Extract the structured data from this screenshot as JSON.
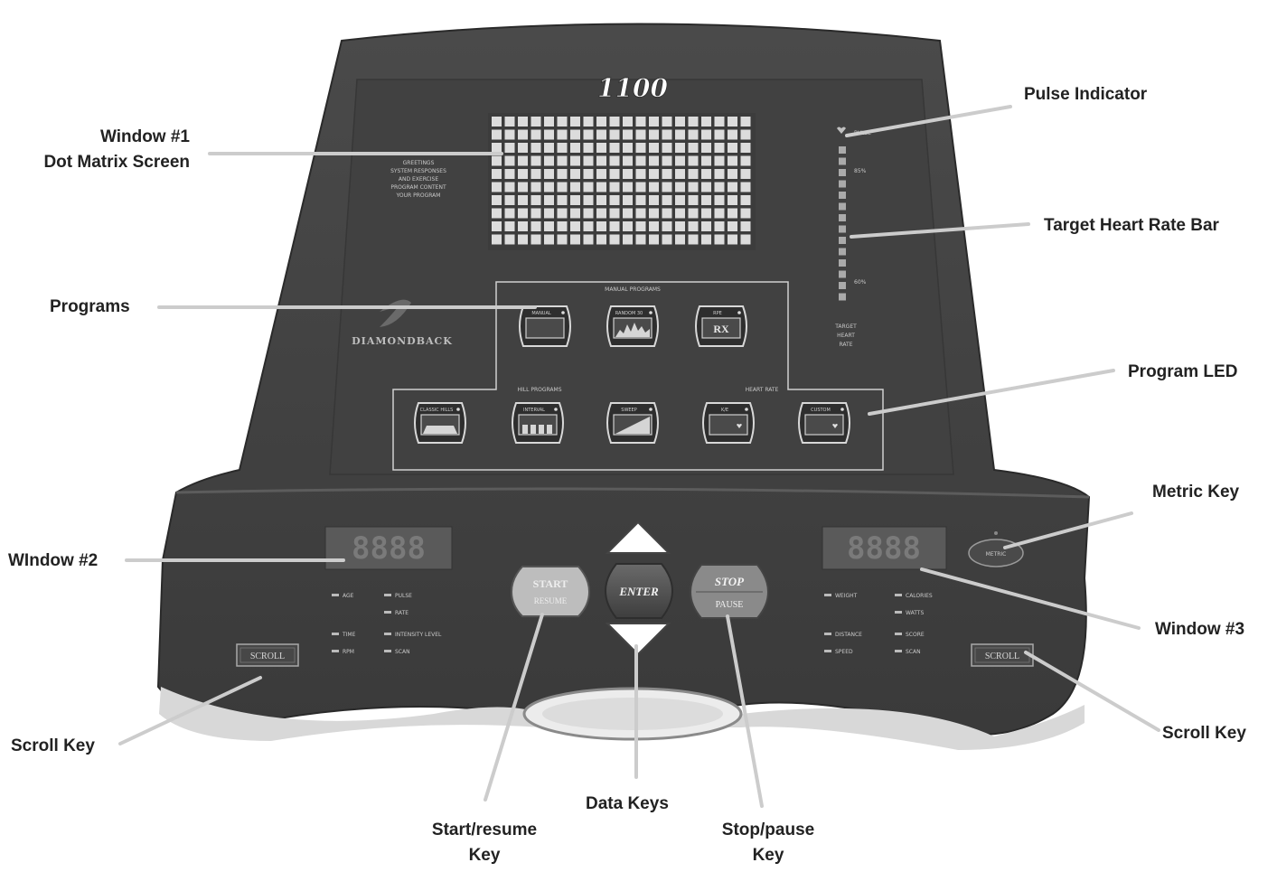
{
  "console": {
    "model": "1100",
    "brand": "DIAMONDBACK",
    "feedback_text": [
      "GREETINGS",
      "SYSTEM RESPONSES",
      "AND EXERCISE",
      "PROGRAM CONTENT",
      "YOUR PROGRAM"
    ],
    "thr": {
      "top": "PULSE",
      "mid": "85%",
      "low": "60%",
      "caption": [
        "TARGET",
        "HEART",
        "RATE"
      ]
    },
    "groups": {
      "manual": "MANUAL PROGRAMS",
      "hill": "HILL PROGRAMS",
      "heart": "HEART RATE"
    },
    "program_keys": [
      "MANUAL",
      "RANDOM 30",
      "RPE",
      "CLASSIC HILLS",
      "INTERVAL",
      "SWEEP",
      "K/E",
      "CUSTOM"
    ],
    "rpe_glyph": "RX",
    "keys": {
      "start": "START",
      "resume": "RESUME",
      "enter": "ENTER",
      "stop": "STOP",
      "pause": "PAUSE",
      "scroll": "SCROLL",
      "metric": "METRIC"
    },
    "window2": {
      "digits": "8888",
      "indicators": [
        "AGE",
        "PULSE",
        "RATE",
        "TIME",
        "INTENSITY LEVEL",
        "RPM",
        "SCAN"
      ]
    },
    "window3": {
      "digits": "8888",
      "indicators": [
        "WEIGHT",
        "CALORIES",
        "WATTS",
        "DISTANCE",
        "SCORE",
        "SPEED",
        "SCAN"
      ]
    }
  },
  "callouts": {
    "window1": [
      "Window #1",
      "Dot Matrix Screen"
    ],
    "pulse": "Pulse Indicator",
    "thr_bar": "Target Heart Rate Bar",
    "programs": "Programs",
    "program_led": "Program LED",
    "metric_key": "Metric Key",
    "window2": "WIndow #2",
    "window3": "Window #3",
    "scroll_left": "Scroll Key",
    "scroll_right": "Scroll Key",
    "data_keys": "Data Keys",
    "start_resume": [
      "Start/resume",
      "Key"
    ],
    "stop_pause": [
      "Stop/pause",
      "Key"
    ]
  }
}
